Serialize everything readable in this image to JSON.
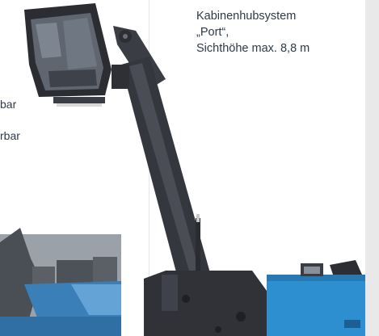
{
  "caption": {
    "line1": "Kabinenhubsystem",
    "line2": "„Port“,",
    "line3": "Sichthöhe max. 8,8 m"
  },
  "left_text": {
    "fragment1": "bar",
    "fragment2": "rbar"
  },
  "colors": {
    "crane_body": "#3b3d44",
    "chassis_blue": "#2e8fd0",
    "background_machine_blue": "#3a7fb8",
    "text": "#2e3a4a",
    "sidebar": "#e9e9ea"
  }
}
